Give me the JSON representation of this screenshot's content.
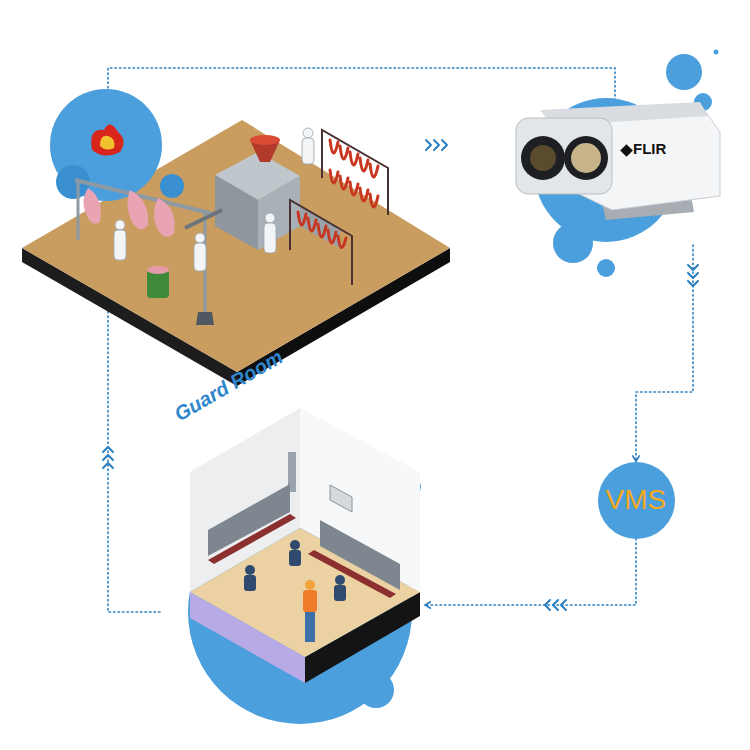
{
  "diagram": {
    "nodes": [
      {
        "text": [
          "FLIR"
        ]
      },
      {
        "text": [
          "VMS"
        ]
      },
      {
        "text": [
          "Guard Room"
        ]
      }
    ],
    "edges": [
      {
        "from": 0,
        "to": 1,
        "arrow": "to"
      },
      {
        "from": 1,
        "to": 2,
        "arrow": "to"
      }
    ]
  }
}
